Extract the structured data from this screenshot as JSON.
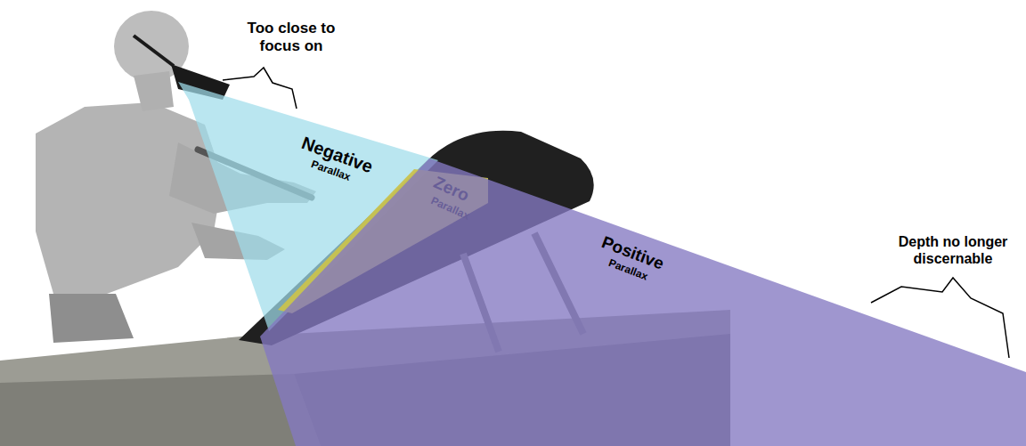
{
  "diagram": {
    "nodes": [
      {
        "text": [
          "Negative",
          "Parallax"
        ]
      },
      {
        "text": [
          "Zero",
          "Parallax"
        ]
      },
      {
        "text": [
          "Positive",
          "Parallax"
        ]
      }
    ],
    "labels": [
      "Too close to focus on",
      "Depth no longer discernable"
    ]
  }
}
